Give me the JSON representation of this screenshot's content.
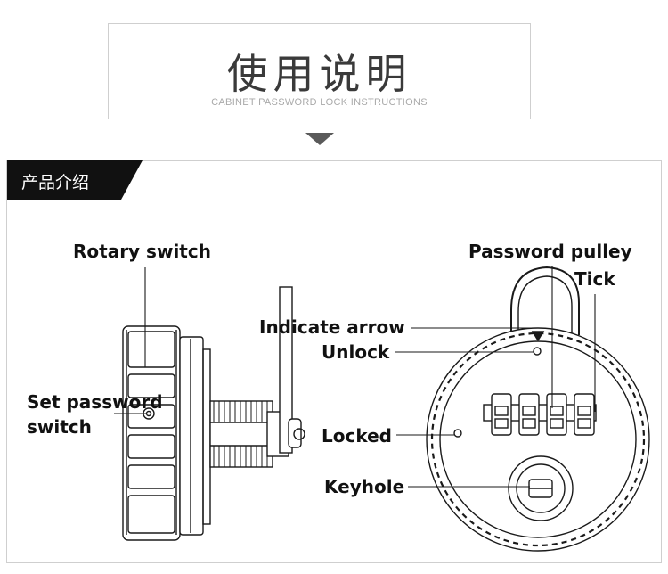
{
  "header": {
    "title_cn": "使用说明",
    "subtitle_en": "CABINET PASSWORD LOCK INSTRUCTIONS"
  },
  "section": {
    "tab_label": "产品介绍"
  },
  "labels": {
    "rotary_switch": "Rotary switch",
    "set_password_line1": "Set password",
    "set_password_line2": "switch",
    "password_pulley": "Password pulley",
    "tick": "Tick",
    "indicate_arrow": "Indicate arrow",
    "unlock": "Unlock",
    "locked": "Locked",
    "keyhole": "Keyhole"
  },
  "colors": {
    "tab_bg": "#111111",
    "frame_border": "#cfcfcf",
    "line": "#1a1a1a",
    "title_text": "#3a3a3a",
    "subtitle_text": "#a9a9a9"
  }
}
